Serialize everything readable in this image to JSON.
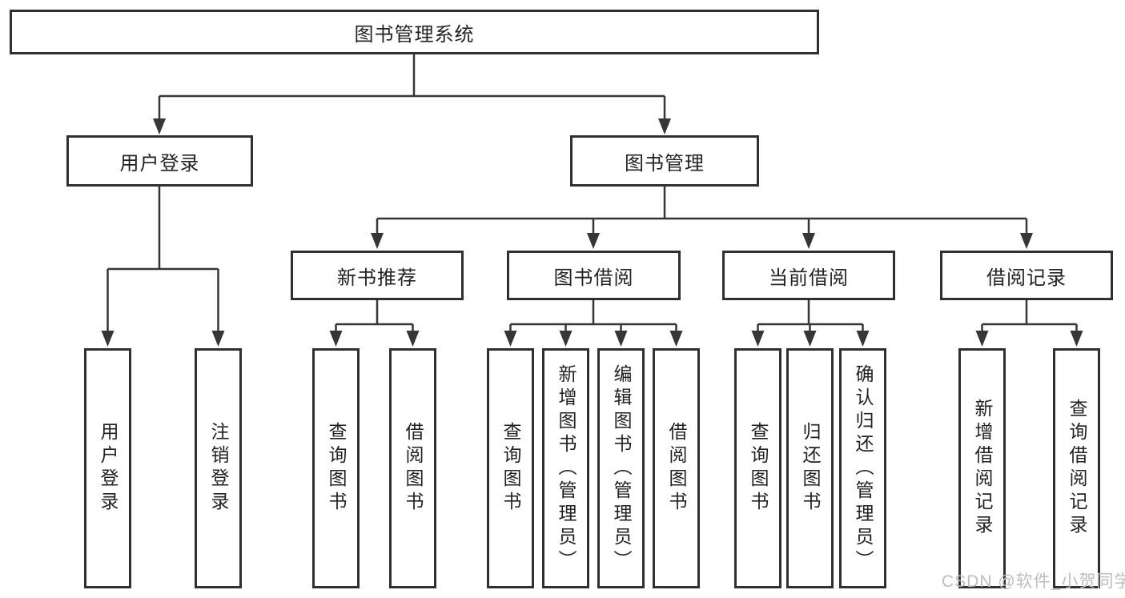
{
  "diagram": {
    "title": "图书管理系统",
    "level2": {
      "user_login": "用户登录",
      "book_mgmt": "图书管理"
    },
    "level3": {
      "new_books": "新书推荐",
      "book_borrow": "图书借阅",
      "current_borrow": "当前借阅",
      "borrow_records": "借阅记录"
    },
    "leaves": {
      "user_login": [
        "用户登录",
        "注销登录"
      ],
      "new_books": [
        "查询图书",
        "借阅图书"
      ],
      "book_borrow": [
        "查询图书",
        "新增图书（管理员）",
        "编辑图书（管理员）",
        "借阅图书"
      ],
      "current_borrow": [
        "查询图书",
        "归还图书",
        "确认归还（管理员）"
      ],
      "borrow_records": [
        "新增借阅记录",
        "查询借阅记录"
      ]
    },
    "watermark": "CSDN @软件_小贺同学",
    "colors": {
      "line": "#363636",
      "border": "#303030",
      "text": "#222222",
      "watermark": "#bdbdbd",
      "background": "#ffffff"
    }
  }
}
